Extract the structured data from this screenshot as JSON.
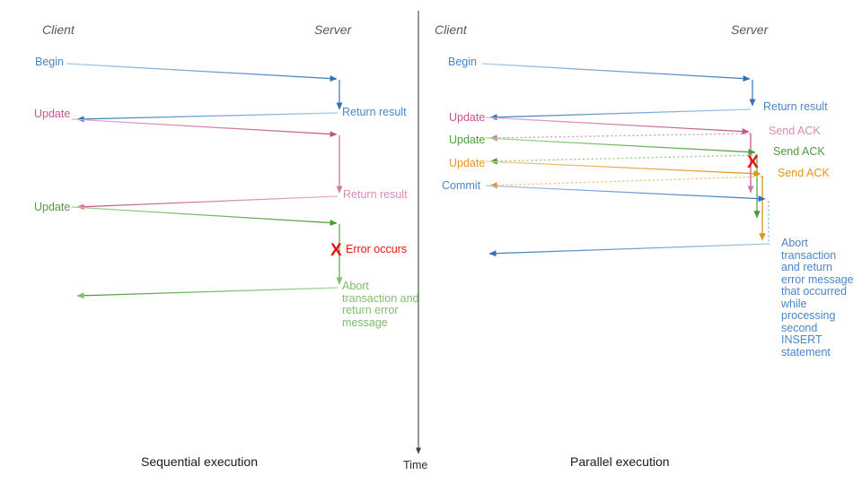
{
  "colors": {
    "blue": "#4a86c8",
    "blue_dark": "#3470b4",
    "pink": "#c9558c",
    "pink_light": "#d98bb4",
    "green": "#4e9c3f",
    "green_light": "#8cc47c",
    "orange": "#e8941f",
    "orange_light": "#f2b45c",
    "red": "#e8140c",
    "actor_gray": "#595959",
    "axis_gray": "#404040",
    "caption_black": "#1a1a1a"
  },
  "time_axis": {
    "label": "Time"
  },
  "panels": [
    {
      "id": "sequential",
      "caption": "Sequential execution",
      "actors": {
        "client": "Client",
        "server": "Server"
      },
      "messages": [
        {
          "name": "begin",
          "label": "Begin",
          "color_key": "blue",
          "side": "client"
        },
        {
          "name": "return-result-1",
          "label": "Return result",
          "color_key": "blue",
          "side": "server"
        },
        {
          "name": "update-1",
          "label": "Update",
          "color_key": "pink",
          "side": "client"
        },
        {
          "name": "return-result-2",
          "label": "Return result",
          "color_key": "pink_light",
          "side": "server"
        },
        {
          "name": "update-2",
          "label": "Update",
          "color_key": "green",
          "side": "client"
        },
        {
          "name": "error-occurs",
          "label": "Error occurs",
          "color_key": "red",
          "side": "server"
        },
        {
          "name": "abort-message",
          "label": "Abort transaction and return error message",
          "color_key": "green_light",
          "side": "server"
        }
      ],
      "error_marker": "X"
    },
    {
      "id": "parallel",
      "caption": "Parallel execution",
      "actors": {
        "client": "Client",
        "server": "Server"
      },
      "messages": [
        {
          "name": "begin",
          "label": "Begin",
          "color_key": "blue",
          "side": "client"
        },
        {
          "name": "return-result",
          "label": "Return result",
          "color_key": "blue",
          "side": "server"
        },
        {
          "name": "update-1",
          "label": "Update",
          "color_key": "pink",
          "side": "client"
        },
        {
          "name": "send-ack-1",
          "label": "Send ACK",
          "color_key": "pink_light",
          "side": "server"
        },
        {
          "name": "update-2",
          "label": "Update",
          "color_key": "green",
          "side": "client"
        },
        {
          "name": "send-ack-2",
          "label": "Send ACK",
          "color_key": "green",
          "side": "server"
        },
        {
          "name": "update-3",
          "label": "Update",
          "color_key": "orange",
          "side": "client"
        },
        {
          "name": "send-ack-3",
          "label": "Send ACK",
          "color_key": "orange",
          "side": "server"
        },
        {
          "name": "commit",
          "label": "Commit",
          "color_key": "blue",
          "side": "client"
        },
        {
          "name": "abort-message",
          "label": "Abort transaction and return error message that occurred while processing second INSERT statement",
          "color_key": "blue",
          "side": "server"
        }
      ],
      "error_marker": "X"
    }
  ]
}
